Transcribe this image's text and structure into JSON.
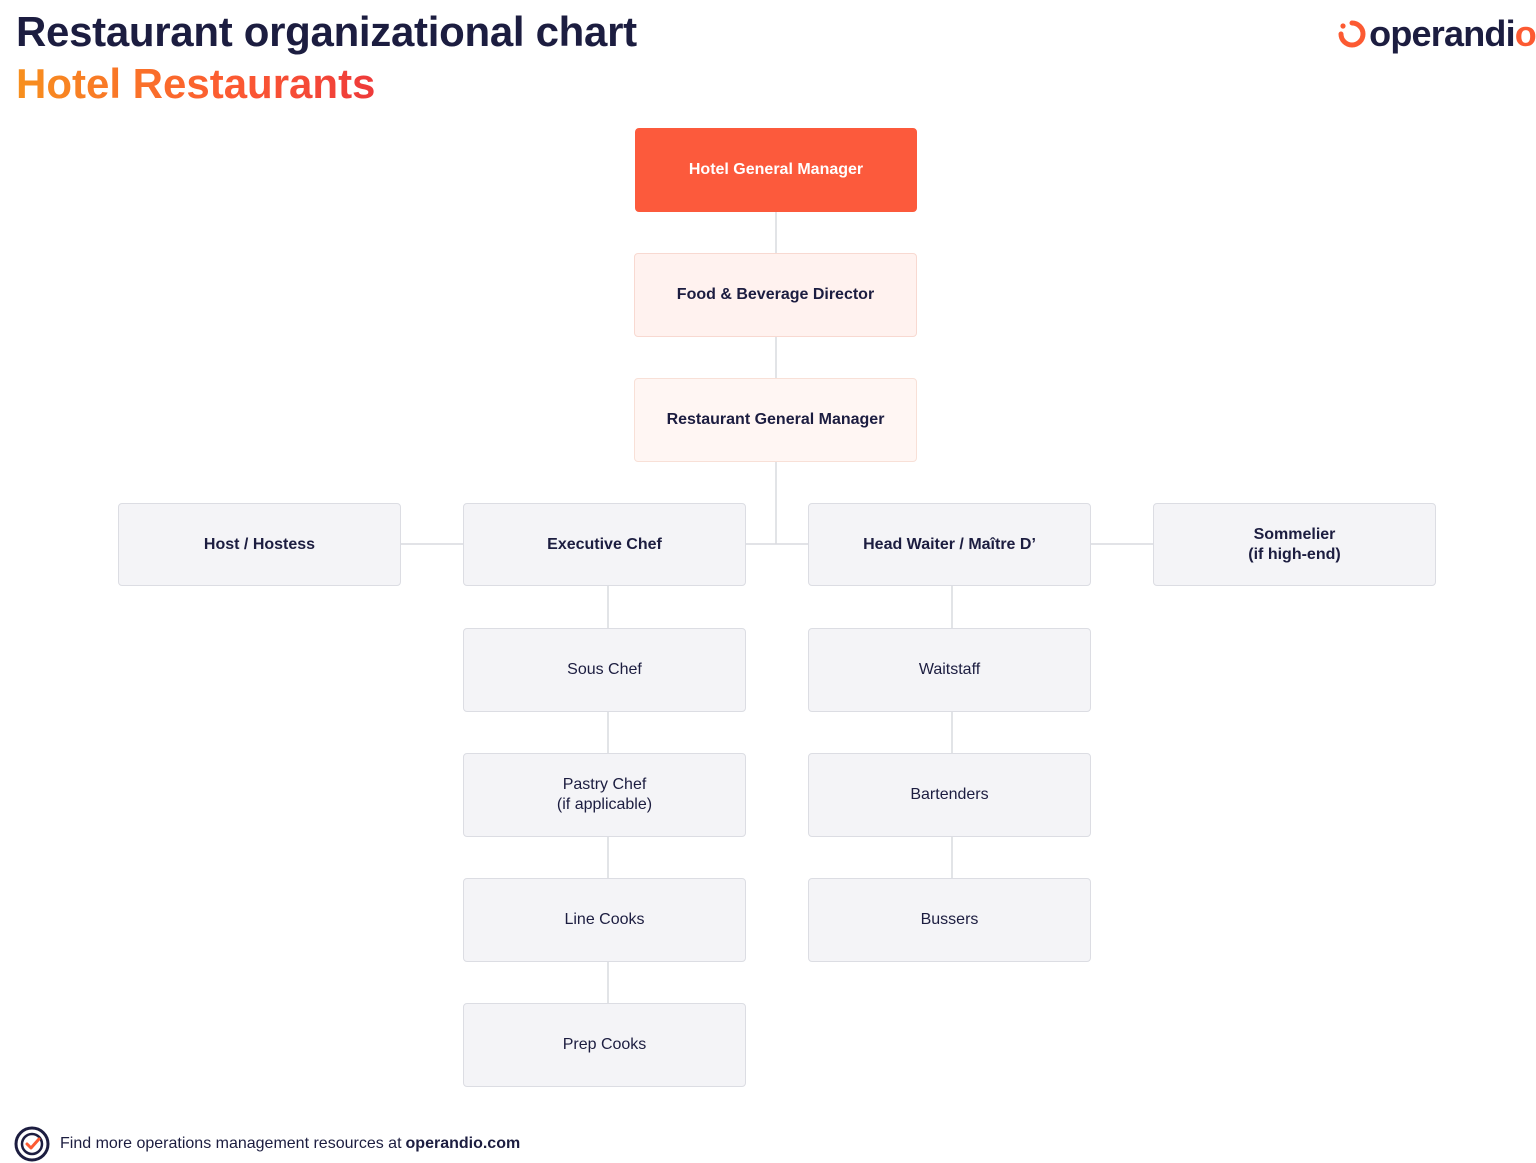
{
  "header": {
    "title": "Restaurant organizational chart",
    "subtitle": "Hotel Restaurants"
  },
  "logo": {
    "text_main": "operandi",
    "text_accent": "o",
    "mark_icon": "operandio-logo-mark-icon",
    "brand_color": "#fc5a32"
  },
  "org_chart": {
    "nodes": {
      "hotel_gm": "Hotel General Manager",
      "fnb_director": "Food & Beverage Director",
      "restaurant_gm": "Restaurant General Manager",
      "host": "Host / Hostess",
      "exec_chef": "Executive Chef",
      "head_waiter": "Head Waiter / Maître D’",
      "sommelier": "Sommelier\n(if high-end)",
      "sous_chef": "Sous Chef",
      "pastry_chef": "Pastry Chef\n(if applicable)",
      "line_cooks": "Line Cooks",
      "prep_cooks": "Prep Cooks",
      "waitstaff": "Waitstaff",
      "bartenders": "Bartenders",
      "bussers": "Bussers"
    },
    "hierarchy": [
      [
        "hotel_gm",
        "fnb_director"
      ],
      [
        "fnb_director",
        "restaurant_gm"
      ],
      [
        "restaurant_gm",
        "exec_chef"
      ],
      [
        "restaurant_gm",
        "head_waiter"
      ],
      [
        "exec_chef",
        "host"
      ],
      [
        "head_waiter",
        "sommelier"
      ],
      [
        "exec_chef",
        "sous_chef"
      ],
      [
        "sous_chef",
        "pastry_chef"
      ],
      [
        "pastry_chef",
        "line_cooks"
      ],
      [
        "line_cooks",
        "prep_cooks"
      ],
      [
        "head_waiter",
        "waitstaff"
      ],
      [
        "waitstaff",
        "bartenders"
      ],
      [
        "bartenders",
        "bussers"
      ]
    ],
    "colors": {
      "top": "#fc5a3c",
      "director": "#fff2ef",
      "manager": "#fff6f3",
      "staff": "#f4f4f7",
      "text": "#1c1d40",
      "connector": "#d9dadf"
    }
  },
  "footer": {
    "text": "Find more operations management resources at",
    "link": "operandio.com",
    "icon": "check-badge-icon"
  }
}
